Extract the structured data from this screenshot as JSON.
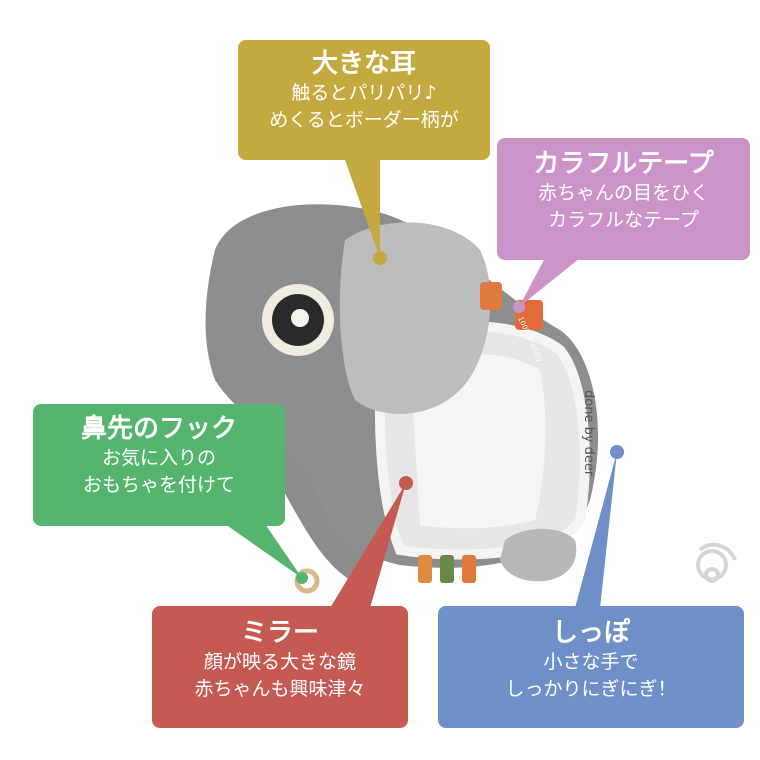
{
  "colors": {
    "ear": "#c4a93f",
    "tape": "#cc93c8",
    "hook": "#55b56e",
    "mirror": "#c45a52",
    "tail": "#6f8fc9",
    "toy_gray": "#8e8e8e",
    "fur": "#bdbdbd"
  },
  "callouts": {
    "ear": {
      "title": "大きな耳",
      "line1": "触るとパリパリ♪",
      "line2": "めくるとボーダー柄が"
    },
    "tape": {
      "title": "カラフルテープ",
      "line1": "赤ちゃんの目をひく",
      "line2": "カラフルなテープ"
    },
    "hook": {
      "title": "鼻先のフック",
      "line1": "お気に入りの",
      "line2": "おもちゃを付けて"
    },
    "mirror": {
      "title": "ミラー",
      "line1": "顔が映る大きな鏡",
      "line2": "赤ちゃんも興味津々"
    },
    "tail": {
      "title": "しっぽ",
      "line1": "小さな手で",
      "line2": "しっかりにぎにぎ！"
    }
  },
  "product": {
    "brand_label": "done by deer",
    "tag_label": "100% friendly"
  },
  "icons": [
    "logo-swirl-icon"
  ]
}
